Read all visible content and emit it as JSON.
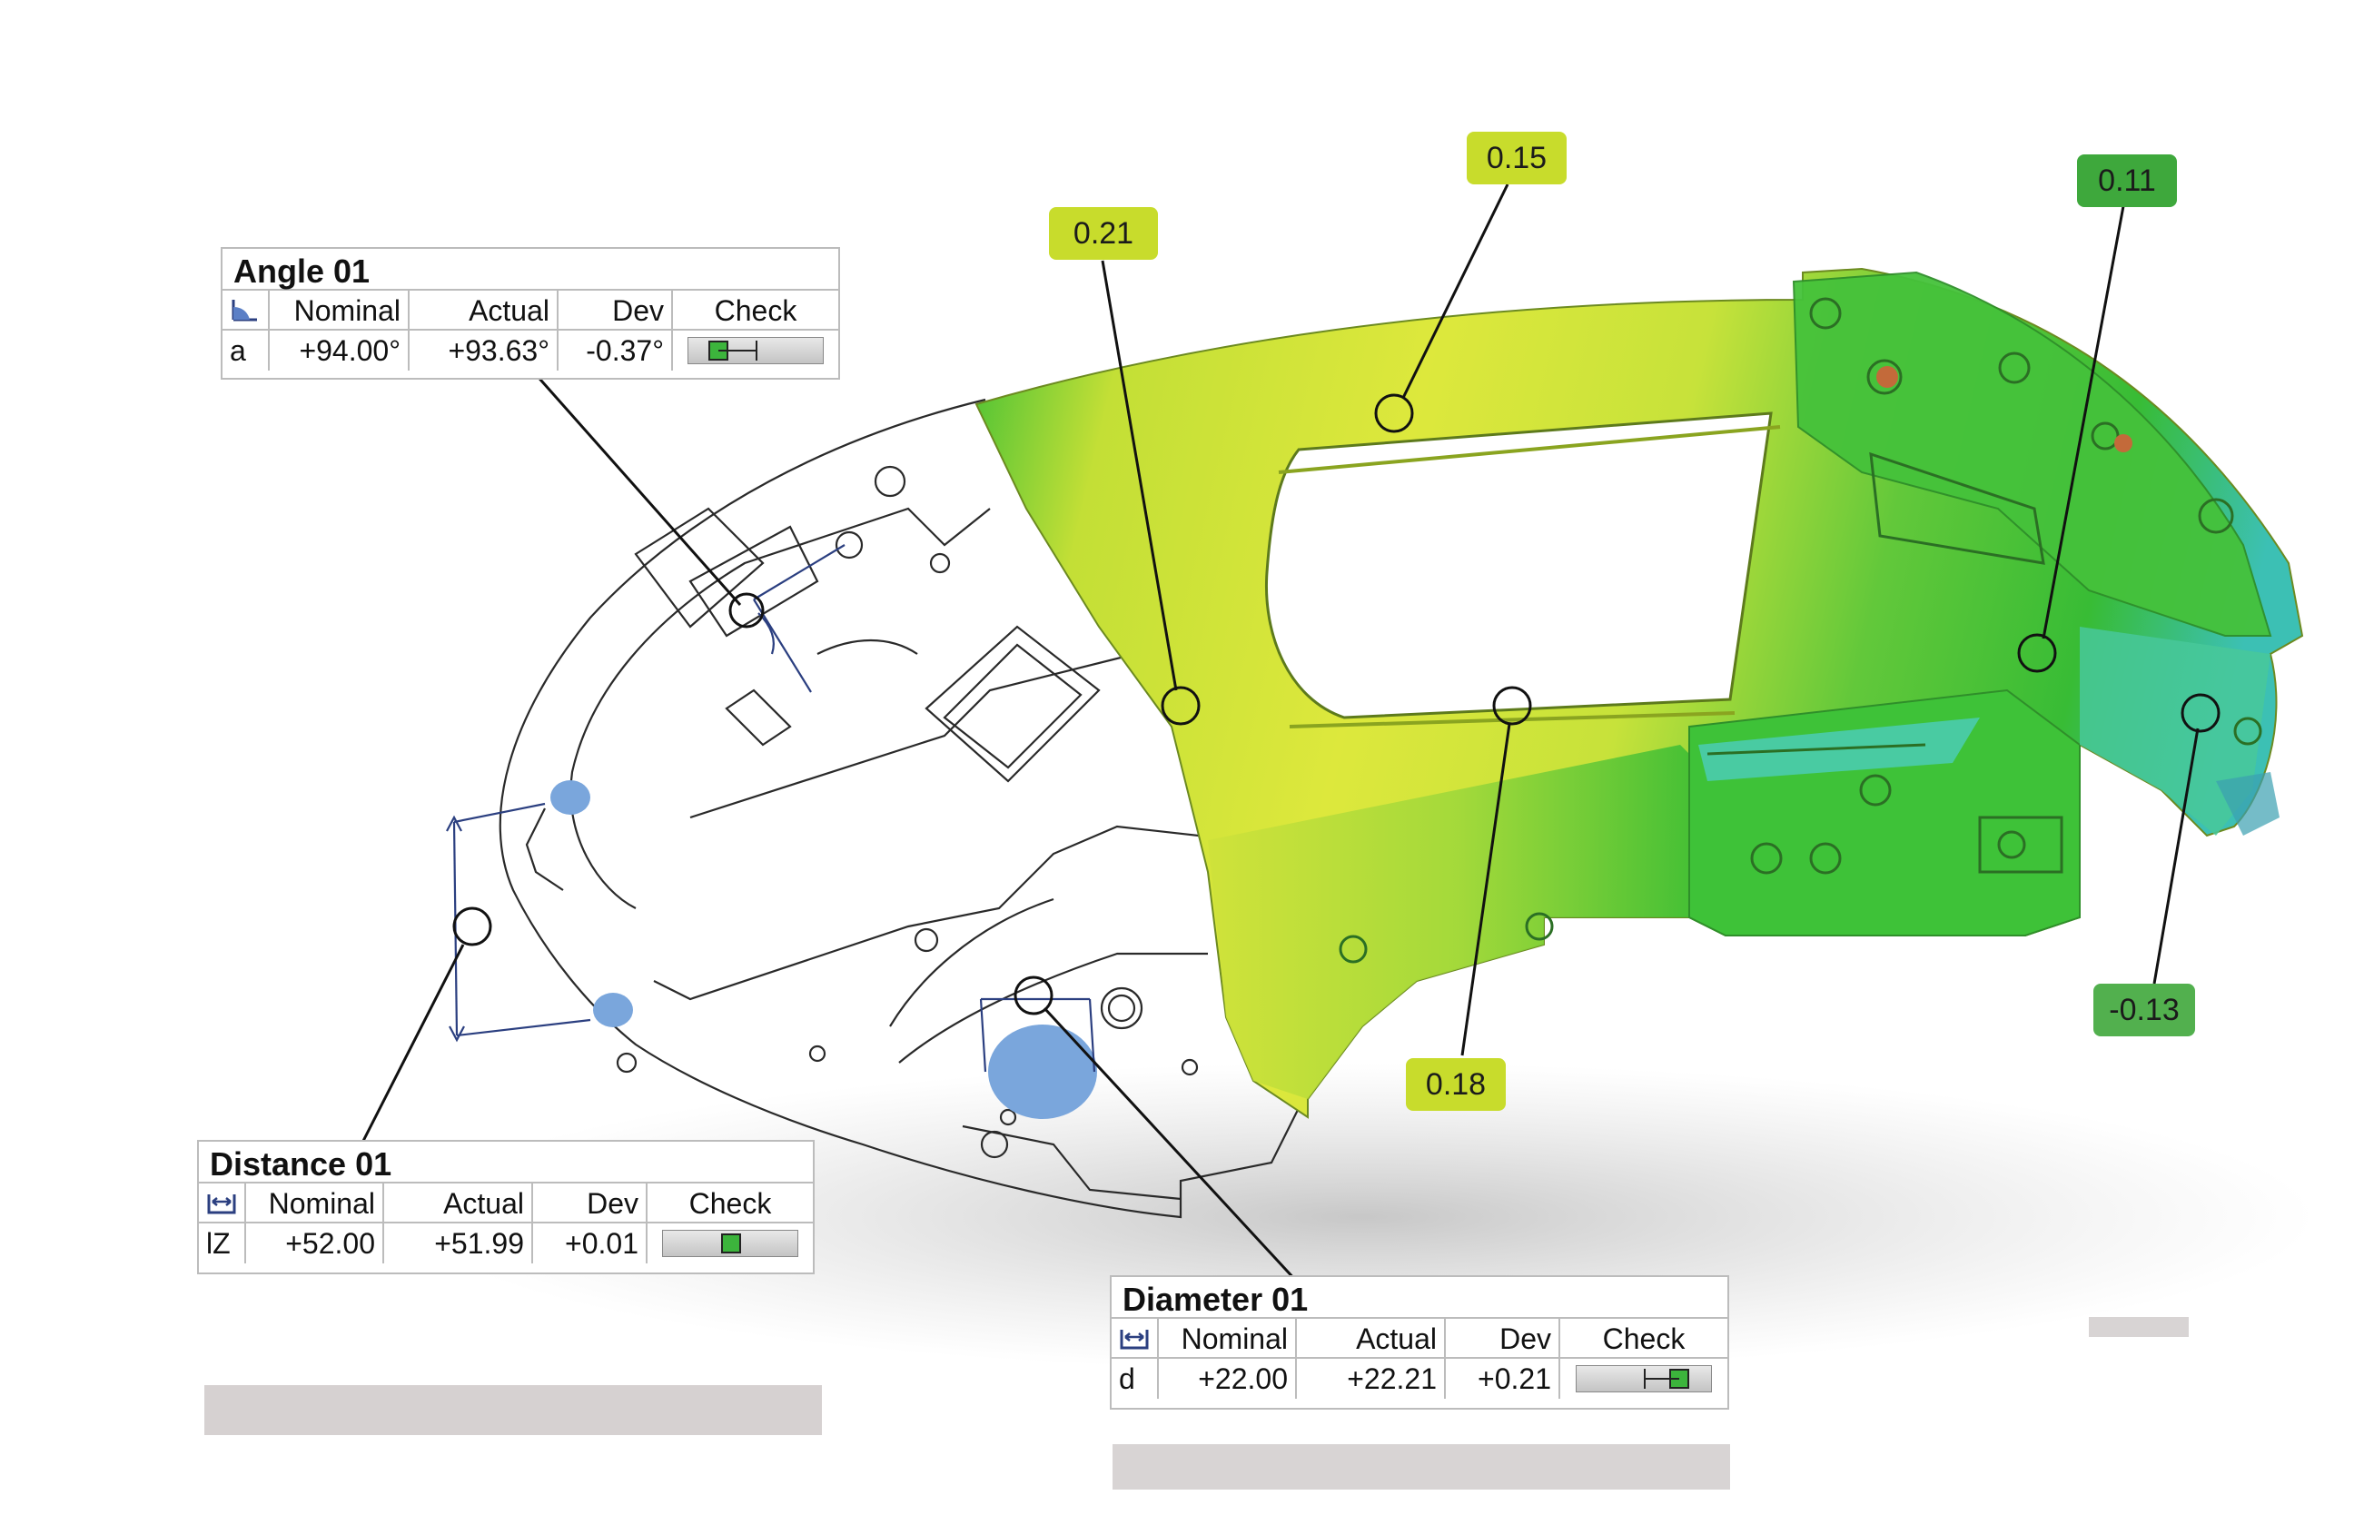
{
  "tables": {
    "angle": {
      "title": "Angle 01",
      "icon": "angle-icon",
      "headers": {
        "nominal": "Nominal",
        "actual": "Actual",
        "dev": "Dev",
        "check": "Check"
      },
      "row": {
        "label": "a",
        "nominal": "+94.00°",
        "actual": "+93.63°",
        "dev": "-0.37°"
      },
      "check_position": 0.22
    },
    "distance": {
      "title": "Distance 01",
      "icon": "distance-icon",
      "headers": {
        "nominal": "Nominal",
        "actual": "Actual",
        "dev": "Dev",
        "check": "Check"
      },
      "row": {
        "label": "lZ",
        "nominal": "+52.00",
        "actual": "+51.99",
        "dev": "+0.01"
      },
      "check_position": 0.5
    },
    "diameter": {
      "title": "Diameter 01",
      "icon": "diameter-icon",
      "headers": {
        "nominal": "Nominal",
        "actual": "Actual",
        "dev": "Dev",
        "check": "Check"
      },
      "row": {
        "label": "d",
        "nominal": "+22.00",
        "actual": "+22.21",
        "dev": "+0.21"
      },
      "check_position": 0.75
    }
  },
  "callouts": [
    {
      "label": "0.21",
      "color": "#c8dc2c"
    },
    {
      "label": "0.15",
      "color": "#c8dc2c"
    },
    {
      "label": "0.11",
      "color": "#3ea83c"
    },
    {
      "label": "0.18",
      "color": "#c8dc2c"
    },
    {
      "label": "-0.13",
      "color": "#52b04e"
    }
  ],
  "colors": {
    "deviation_yellow": "#d9e63a",
    "deviation_green": "#3cbe2e",
    "deviation_cyan": "#4ec8c8",
    "feature_blue": "#6f9fd8",
    "ok_green": "#3cb43c"
  }
}
